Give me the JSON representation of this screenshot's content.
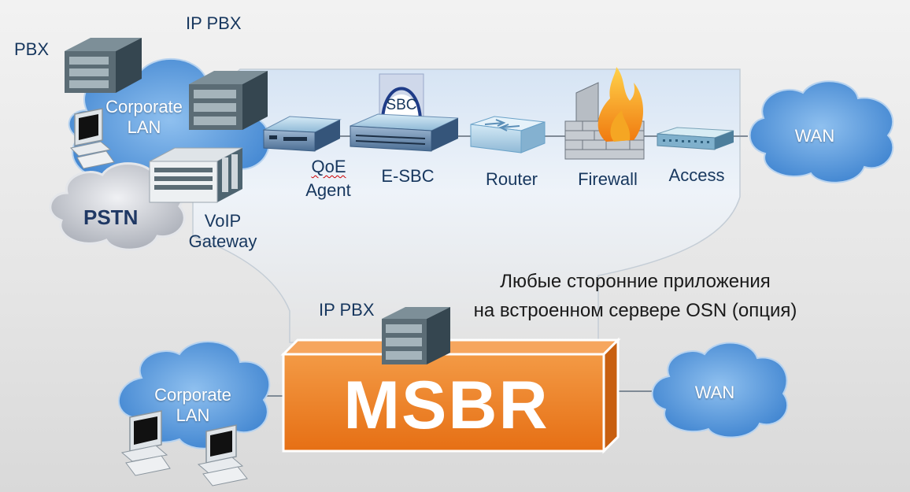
{
  "labels": {
    "pbx": "PBX",
    "ip_pbx_top": "IP PBX",
    "corporate_lan_top": "Corporate LAN",
    "pstn": "PSTN",
    "voip_gateway": "VoIP Gateway",
    "qoe_agent": "Agent",
    "qoe_prefix": "QoE",
    "sbc_badge": "SBC",
    "esbc": "E-SBC",
    "router": "Router",
    "firewall": "Firewall",
    "access": "Access",
    "wan_top": "WAN",
    "osn_line1": "Любые сторонние приложения",
    "osn_line2": "на встроенном сервере OSN (опция)",
    "ip_pbx_bottom": "IP PBX",
    "corporate_lan_bottom": "Corporate LAN",
    "msbr": "MSBR",
    "wan_bottom": "WAN"
  },
  "colors": {
    "cloud_blue": "#4f8fd6",
    "cloud_light": "#a9cdf0",
    "pstn_cloud": "#c9ccd3",
    "msbr_orange": "#f0852a",
    "server_dark": "#4a5b63",
    "label_navy": "#17375e"
  }
}
